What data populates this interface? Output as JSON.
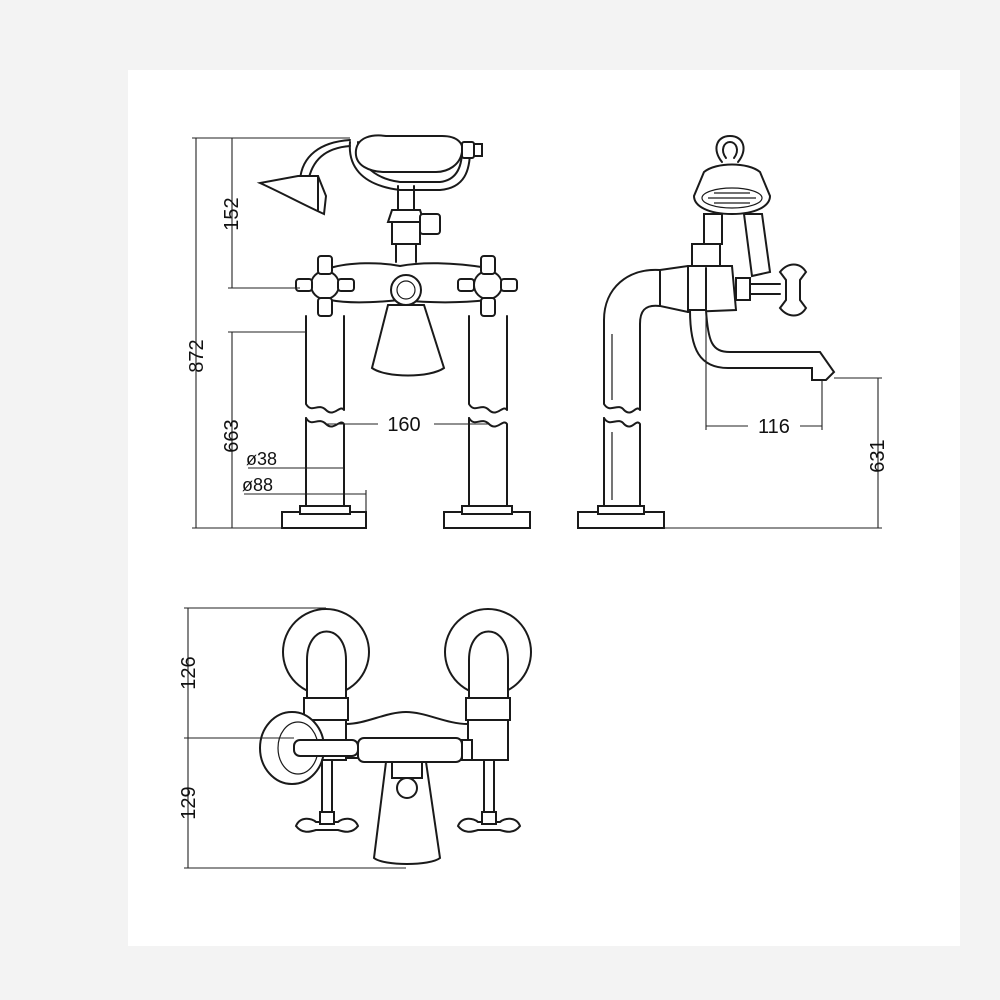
{
  "dimensions": {
    "overall_height": "872",
    "handshower_height": "152",
    "leg_height": "663",
    "centres": "160",
    "leg_diameter": "ø38",
    "flange_diameter": "ø88",
    "spout_reach": "116",
    "spout_height": "631",
    "plan_front_depth": "126",
    "plan_rear_depth": "129"
  }
}
